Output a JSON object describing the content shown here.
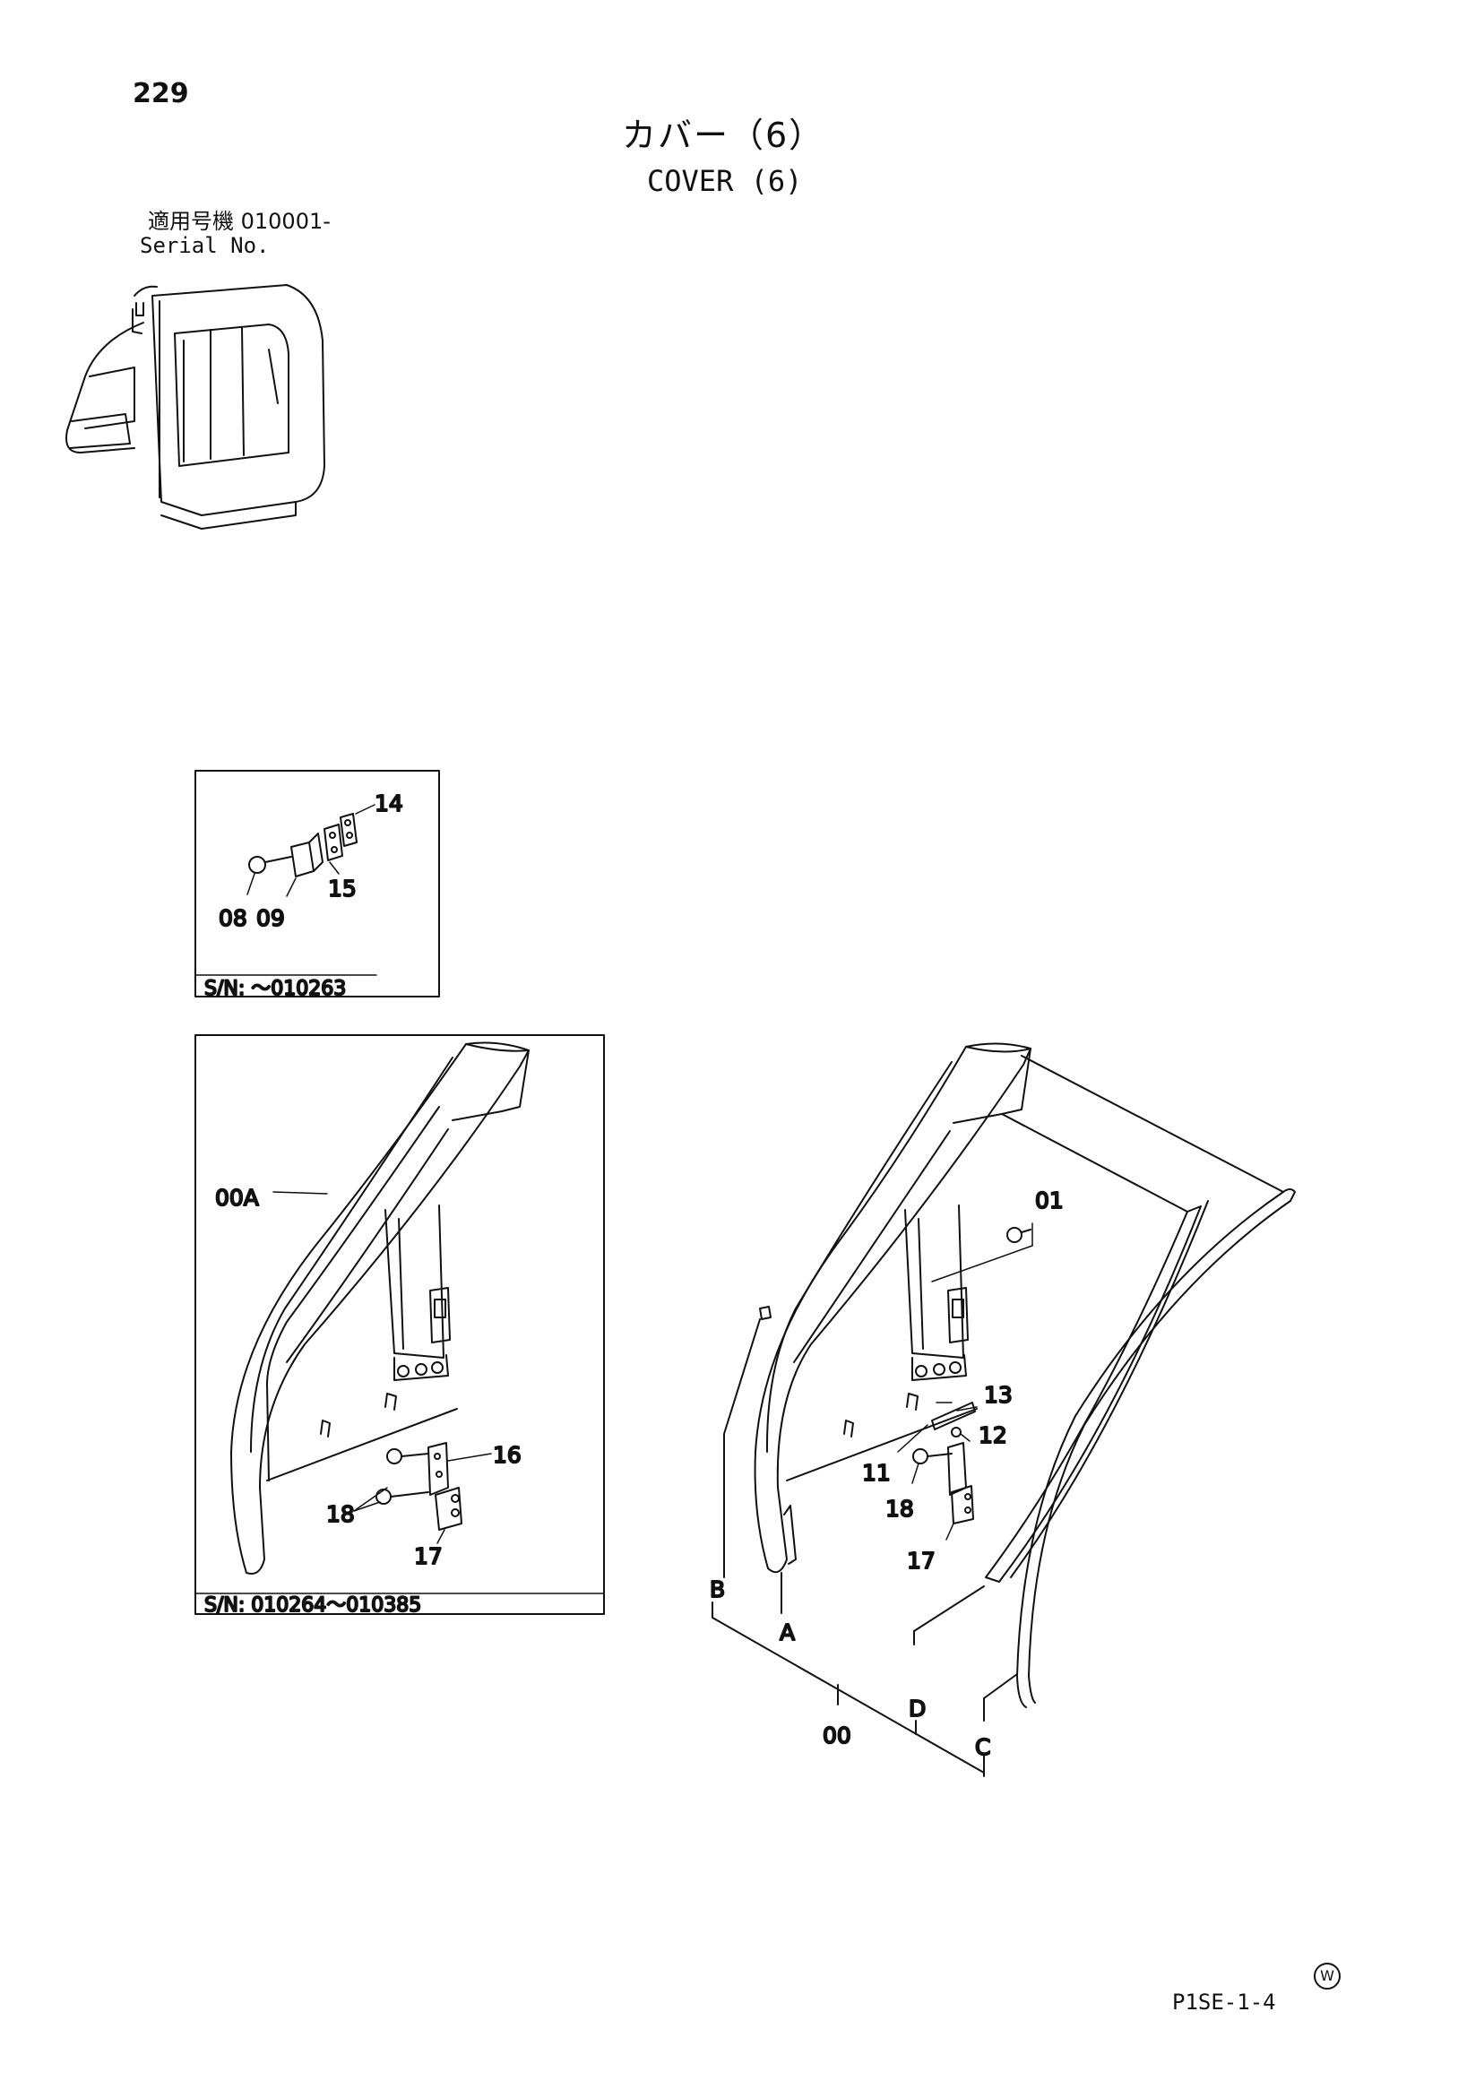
{
  "header": {
    "page_number": "229",
    "title_ja": "カバー（6）",
    "title_en": "COVER (6)",
    "serial_label_ja": "適用号機  010001-",
    "serial_label_en": "Serial No."
  },
  "inset_top": {
    "serial_range": "S/N:  ～010263",
    "callouts": {
      "c14": "14",
      "c15": "15",
      "c08": "08",
      "c09": "09"
    }
  },
  "inset_bottom": {
    "serial_range": "S/N:  010264～010385",
    "callouts": {
      "c00A": "00A",
      "c16": "16",
      "c18": "18",
      "c17": "17"
    }
  },
  "main": {
    "callouts": {
      "c01": "01",
      "c13": "13",
      "c12": "12",
      "c11": "11",
      "c18": "18",
      "c17": "17",
      "cB": "B",
      "cA": "A",
      "cD": "D",
      "cC": "C",
      "c00": "00"
    }
  },
  "footer": {
    "w_mark": "W",
    "doc_code": "P1SE-1-4"
  },
  "colors": {
    "ink": "#111111",
    "paper": "#ffffff"
  }
}
